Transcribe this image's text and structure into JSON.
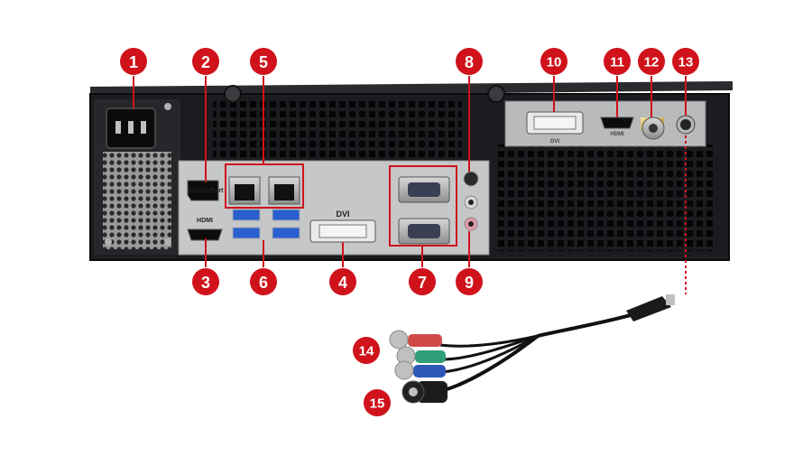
{
  "accent_color": "#d0121b",
  "chassis_color": "#1b1c1f",
  "callouts": [
    {
      "label": "1",
      "port": "power-inlet"
    },
    {
      "label": "2",
      "port": "displayport"
    },
    {
      "label": "3",
      "port": "hdmi-onboard"
    },
    {
      "label": "4",
      "port": "dvi-onboard"
    },
    {
      "label": "5",
      "port": "lan-ports"
    },
    {
      "label": "6",
      "port": "usb-ports"
    },
    {
      "label": "7",
      "port": "serial-ports"
    },
    {
      "label": "8",
      "port": "audio-top"
    },
    {
      "label": "9",
      "port": "audio-bottom"
    },
    {
      "label": "10",
      "port": "dvi-card"
    },
    {
      "label": "11",
      "port": "hdmi-card"
    },
    {
      "label": "12",
      "port": "bnc-connector"
    },
    {
      "label": "13",
      "port": "mini-din"
    },
    {
      "label": "14",
      "port": "component-rca"
    },
    {
      "label": "15",
      "port": "svideo-adapter"
    }
  ],
  "port_labels": {
    "displayport": "DisplayPort",
    "hdmi_onboard": "HDMI",
    "dvi_onboard": "DVI",
    "dvi_card": "DVI",
    "hdmi_card": "HDMI"
  }
}
